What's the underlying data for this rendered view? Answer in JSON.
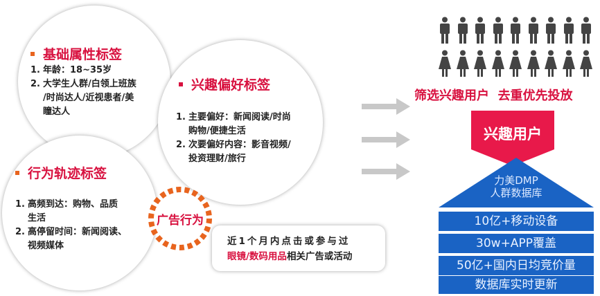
{
  "left": {
    "basic": {
      "title": "基础属性标签",
      "items": [
        "1. 年龄：18~35岁",
        "2. 大学生人群/白领上班族/时尚达人/近视患者/美瞳达人"
      ],
      "item_lines": [
        [
          "1.",
          "年龄：18~35岁"
        ],
        [
          "2.",
          "大学生人群/白领上班族"
        ],
        [
          "",
          "/时尚达人/近视患者/美"
        ],
        [
          "",
          "瞳达人"
        ]
      ]
    },
    "interest": {
      "title": "兴趣偏好标签",
      "item_lines": [
        [
          "1.",
          "主要偏好：新闻阅读/时尚"
        ],
        [
          "",
          "购物/便捷生活"
        ],
        [
          "2.",
          "次要偏好内容：影音视频/"
        ],
        [
          "",
          "投资理财/旅行"
        ]
      ]
    },
    "behavior": {
      "title": "行为轨迹标签",
      "item_lines": [
        [
          "1.",
          "高频到达：购物、品质"
        ],
        [
          "",
          "生活"
        ],
        [
          "2.",
          "高停留时间：新闻阅读、"
        ],
        [
          "",
          "视频媒体"
        ]
      ]
    },
    "ad": {
      "badge": "广告行为",
      "line1": "近1个月内点击或参与过",
      "highlight": "眼镜/数码用品",
      "line2_rest": "相关广告或活动"
    }
  },
  "right": {
    "slogan": "筛选兴趣用户  去重优先投放",
    "interest_users": "兴趣用户",
    "dmp_line1": "力美DMP",
    "dmp_line2": "人群数据库",
    "rows": [
      "10亿+移动设备",
      "30w+APP覆盖",
      "50亿+国内日均竞价量",
      "数据库实时更新"
    ]
  },
  "colors": {
    "red": "#e8194a",
    "title_red": "#d8113f",
    "blue": "#1a63c4",
    "orange": "#e8641e",
    "gray_arrow": "#c8c8c8",
    "person": "#444444"
  }
}
